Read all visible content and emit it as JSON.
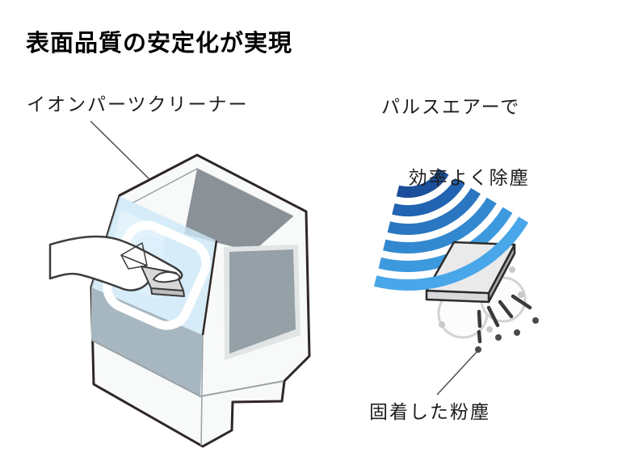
{
  "title": {
    "text": "表面品質の安定化が実現"
  },
  "left_figure": {
    "label": "イオンパーツクリーナー",
    "description": "ion-parts-cleaner-machine-with-hand-cleaning-part"
  },
  "right_figure": {
    "caption_line1": "パルスエアーで",
    "caption_line2": "効率よく除塵",
    "dust_label": "固着した粉塵",
    "description": "pulse-air-waves-blowing-dust-off-plate"
  },
  "colors": {
    "leader": "#4f4f4f",
    "waves": [
      "#1b4f9b",
      "#2163b0",
      "#2a76c1",
      "#3389d0",
      "#3d99de",
      "#48a6e9"
    ],
    "machine": {
      "body": "#f8f9f9",
      "outline": "#2e2725",
      "interior": "#8a9197",
      "opening_frame": "#e2e5e6",
      "opening": "#95a0a7",
      "glass": "#cde8f7",
      "glass_light": "#e8f6fd",
      "floor": "#a7b7c1",
      "ring": "#ffffff",
      "ring_inner": "#d9edf9",
      "hand": "#ffffff",
      "hand_outline": "#3c3c3c",
      "part_top": "#d8d8d9",
      "part_side": "#bfbfc1",
      "edge_soft": "#9aa2a5"
    },
    "plate": {
      "top": "#eaeaeb",
      "side": "#a6a6a8",
      "front": "#d9d9db",
      "outline": "#2b2b2b"
    },
    "dust": {
      "puff": "#d3d3d3",
      "puff_fill": "#fcfcfc",
      "light": "#c9c9c9",
      "dark": "#4b4b4b",
      "stroke": "#3b3b3b"
    }
  }
}
